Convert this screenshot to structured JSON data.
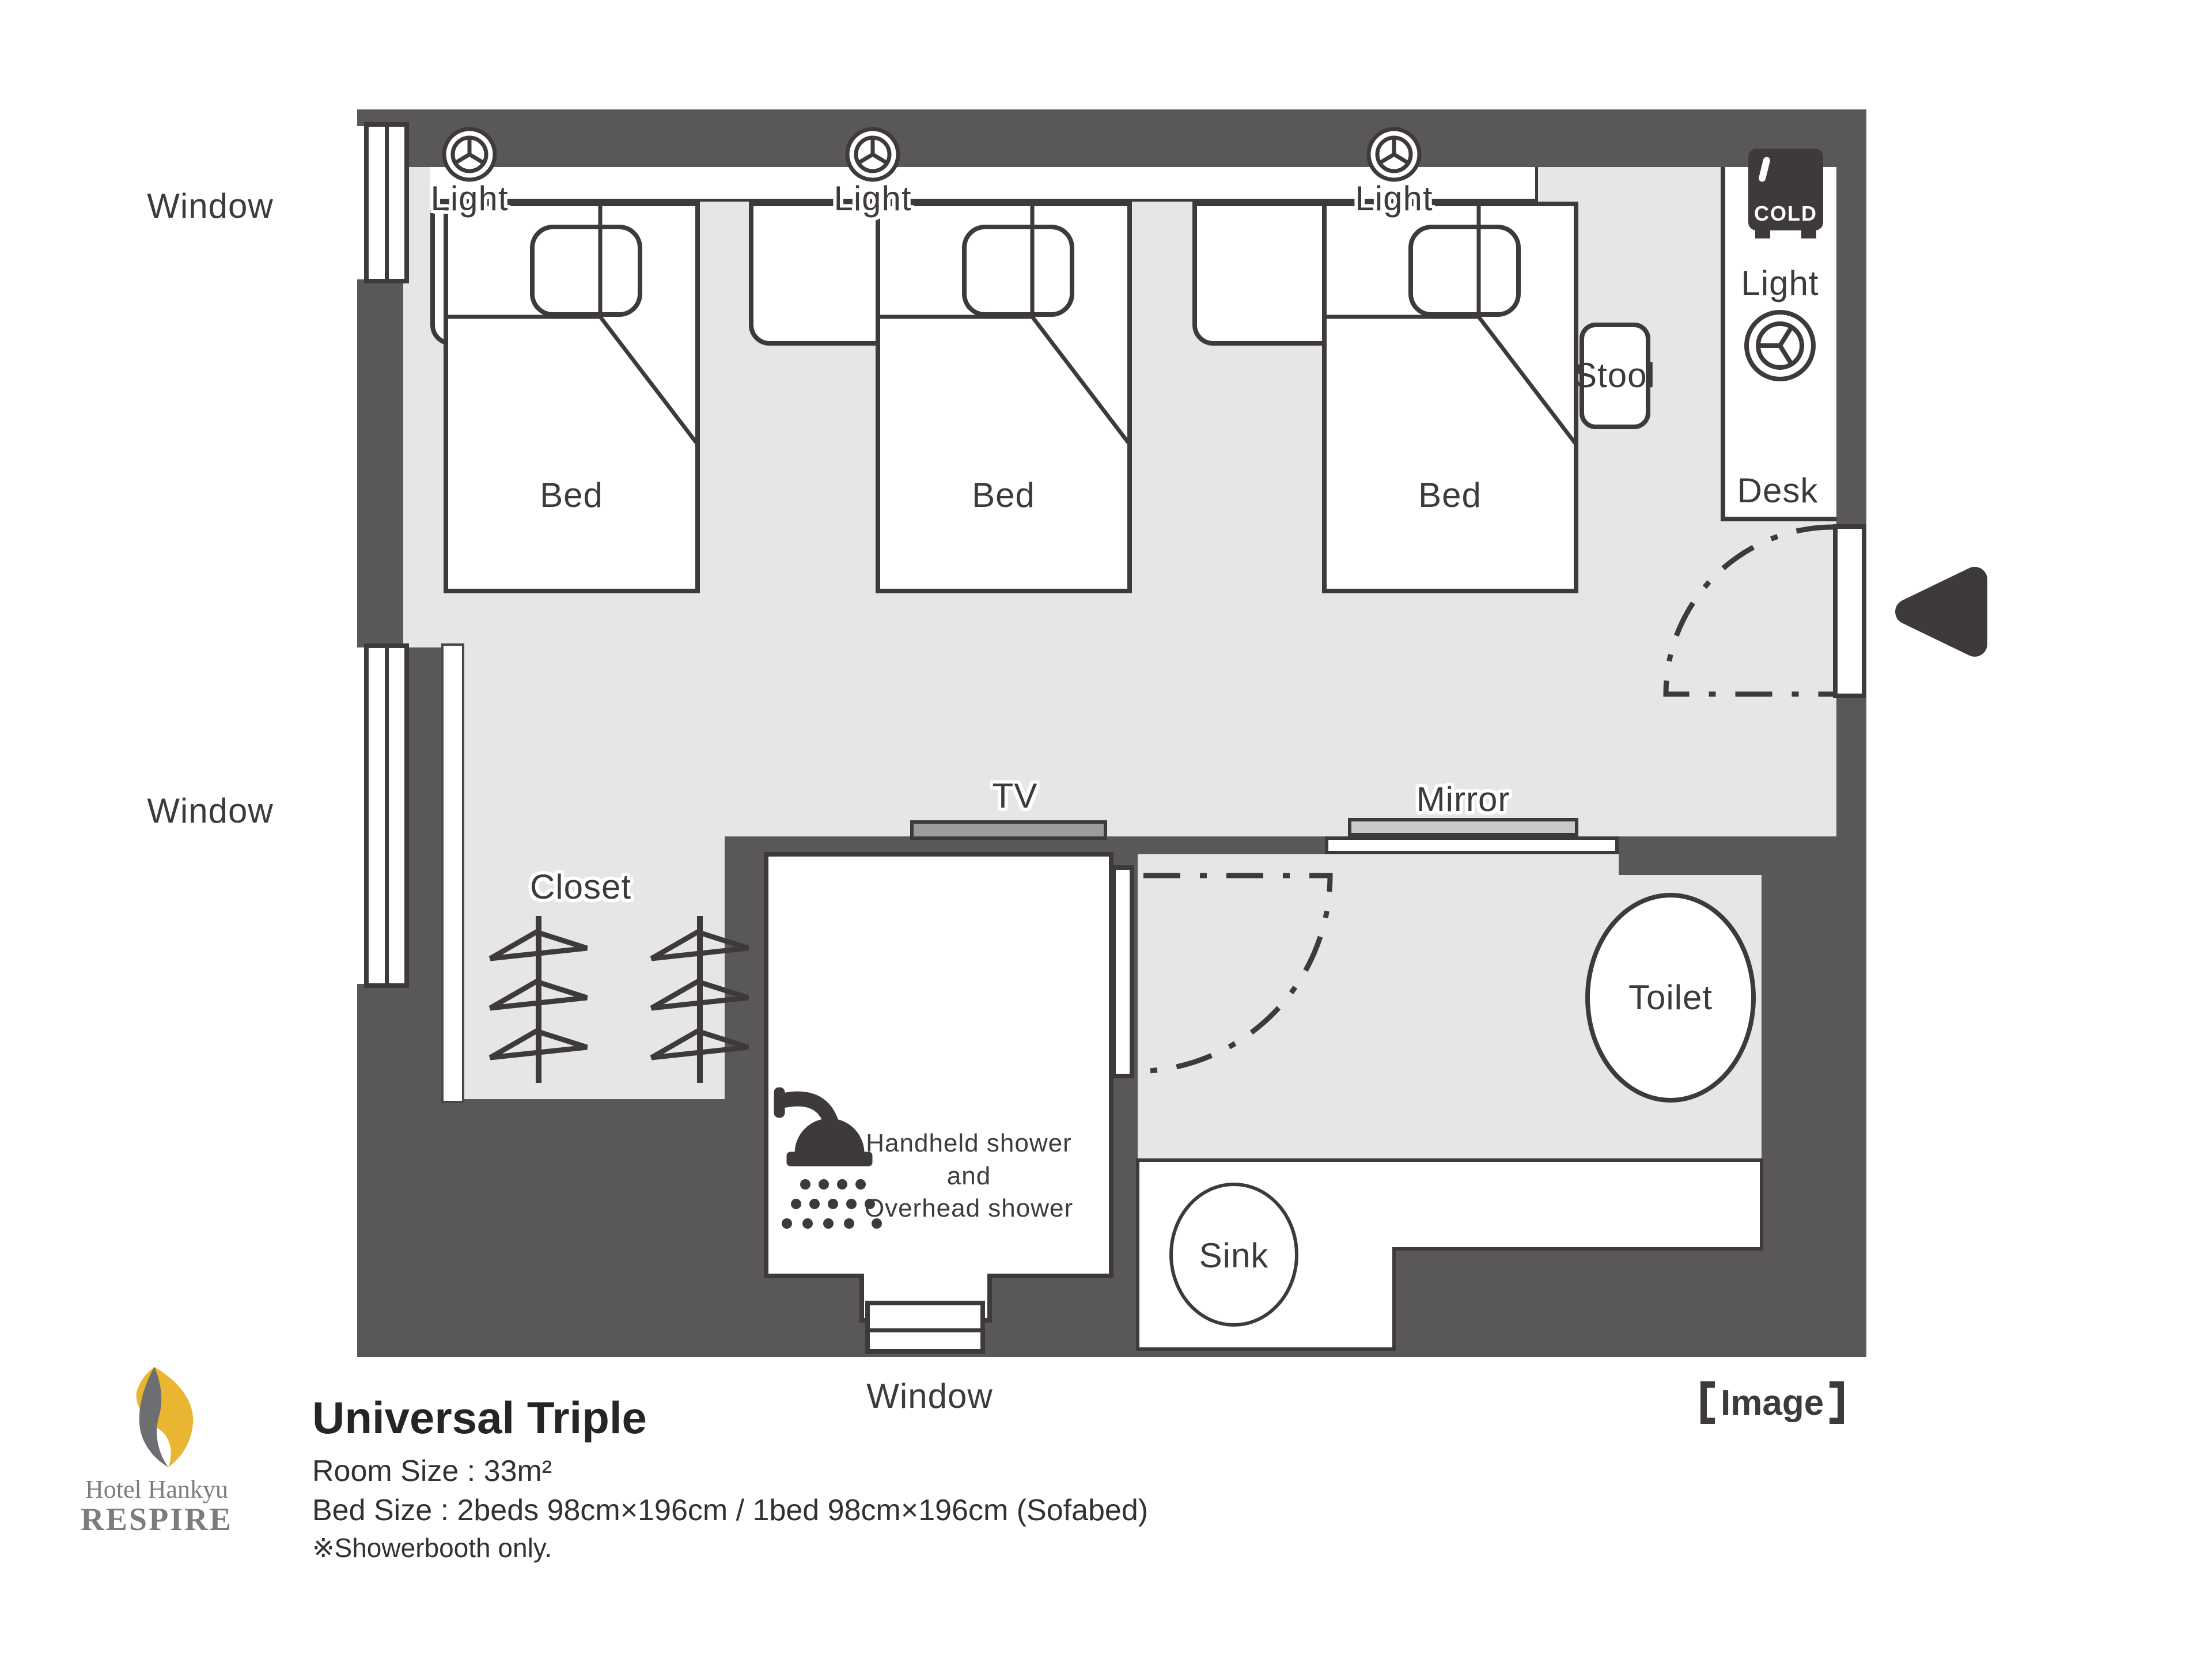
{
  "meta": {
    "colors": {
      "wall": "#595757",
      "floor": "#e6e6e6",
      "line": "#3e3a39",
      "tv_fill": "#9c9c9d",
      "mirror_fill": "#c9caca",
      "logo_yellow": "#eab530",
      "logo_gray": "#6d6e71",
      "logo_text": "#7c7c80"
    }
  },
  "plan": {
    "windows": [
      {
        "label": "Window"
      },
      {
        "label": "Window"
      },
      {
        "label": "Window"
      }
    ],
    "beds": [
      {
        "label": "Bed",
        "light_label": "Light"
      },
      {
        "label": "Bed",
        "light_label": "Light"
      },
      {
        "label": "Bed",
        "light_label": "Light"
      }
    ],
    "closet": {
      "label": "Closet"
    },
    "tv": {
      "label": "TV"
    },
    "mirror": {
      "label": "Mirror"
    },
    "toilet": {
      "label": "Toilet"
    },
    "sink": {
      "label": "Sink"
    },
    "stool": {
      "label": "Stool"
    },
    "desk": {
      "label": "Desk",
      "light_label": "Light",
      "fridge_label": "COLD"
    },
    "shower": {
      "lines": [
        "Handheld shower",
        "and",
        "Overhead shower"
      ]
    }
  },
  "footer": {
    "logo": {
      "line1": "Hotel Hankyu",
      "line2": "RESPIRE"
    },
    "title": "Universal Triple",
    "room_size": "Room Size : 33m²",
    "bed_size": "Bed Size : 2beds 98cm×196cm / 1bed 98cm×196cm (Sofabed)",
    "note": "※Showerbooth only.",
    "image_caption": "【Image】",
    "image_caption_label": "Image"
  }
}
